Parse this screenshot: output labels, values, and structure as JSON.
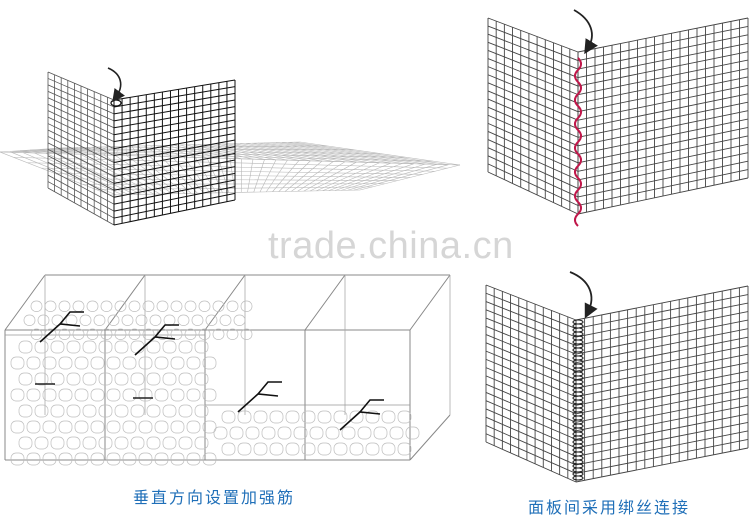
{
  "watermark": "trade.china.cn",
  "captions": {
    "vertical_reinforcement": "垂直方向设置加强筋",
    "panel_binding": "面板间采用绑丝连接"
  },
  "colors": {
    "grid_line": "#444444",
    "grid_dark": "#111111",
    "binding_wire_red": "#c0174a",
    "caption_blue": "#1f6fb8",
    "watermark": "#d6d6d6"
  },
  "icons": [
    "curved-arrow-icon",
    "binding-ring-icon",
    "spiral-coil-icon",
    "stiffener-icon"
  ]
}
